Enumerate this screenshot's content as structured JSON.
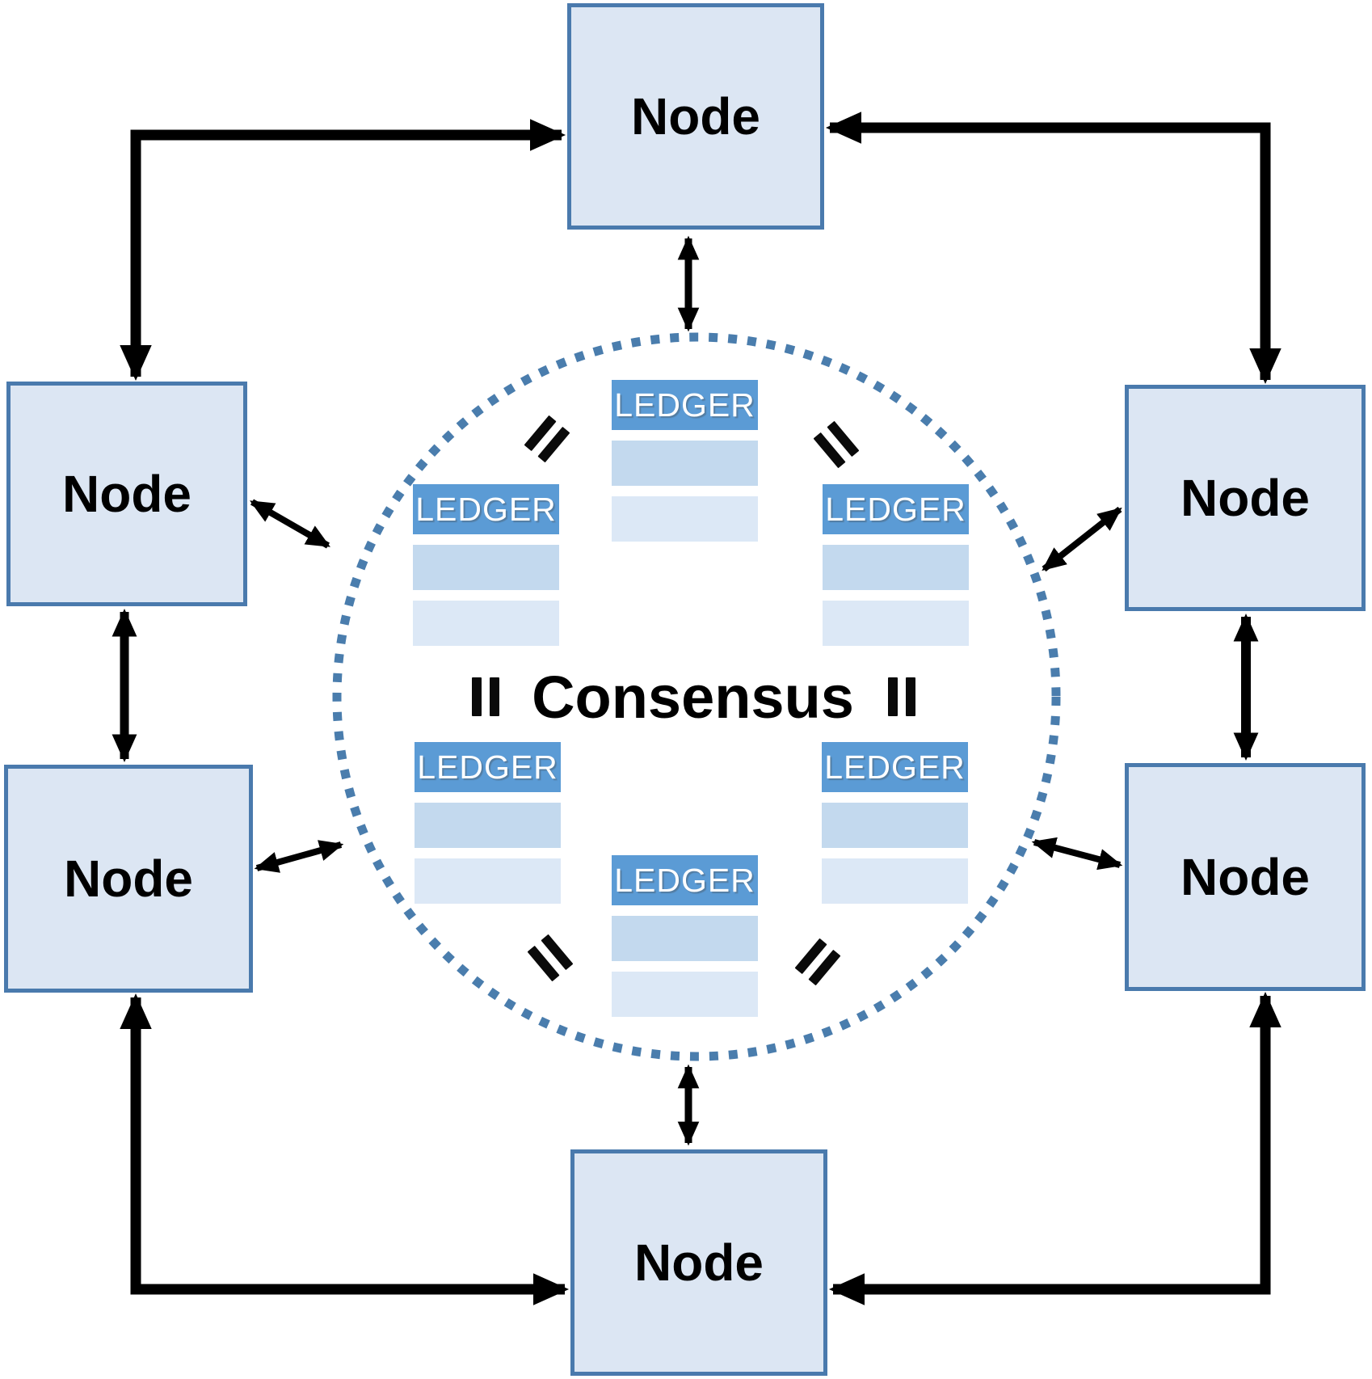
{
  "diagram": {
    "type": "blockchain-consensus-network",
    "center_label": "Consensus",
    "nodes": [
      {
        "position": "top",
        "label": "Node"
      },
      {
        "position": "upper-left",
        "label": "Node"
      },
      {
        "position": "upper-right",
        "label": "Node"
      },
      {
        "position": "lower-left",
        "label": "Node"
      },
      {
        "position": "lower-right",
        "label": "Node"
      },
      {
        "position": "bottom",
        "label": "Node"
      }
    ],
    "ledgers": [
      {
        "position": "top-center",
        "label": "LEDGER",
        "rows": 2
      },
      {
        "position": "upper-left",
        "label": "LEDGER",
        "rows": 2
      },
      {
        "position": "upper-right",
        "label": "LEDGER",
        "rows": 2
      },
      {
        "position": "lower-left",
        "label": "LEDGER",
        "rows": 2
      },
      {
        "position": "lower-right",
        "label": "LEDGER",
        "rows": 2
      },
      {
        "position": "bottom-center",
        "label": "LEDGER",
        "rows": 2
      }
    ],
    "equals_signs": [
      {
        "position": "upper-left",
        "symbol": "="
      },
      {
        "position": "upper-right",
        "symbol": "="
      },
      {
        "position": "middle-left",
        "symbol": "="
      },
      {
        "position": "middle-right",
        "symbol": "="
      },
      {
        "position": "lower-left",
        "symbol": "="
      },
      {
        "position": "lower-right",
        "symbol": "="
      }
    ],
    "connections": {
      "node_to_circle_arrows": 6,
      "node_to_node_arrows": 6,
      "arrow_style": "double-headed"
    }
  },
  "colors": {
    "node-fill": "#dce6f3",
    "node-border": "#4a7aad",
    "ledger-header": "#5b9bd5",
    "row-med": "#c3d9ee",
    "row-light": "#dce8f6",
    "dot": "#4a7dad",
    "arrow": "#000000",
    "node-text": "#000000",
    "ledger-text": "#ffffff"
  }
}
